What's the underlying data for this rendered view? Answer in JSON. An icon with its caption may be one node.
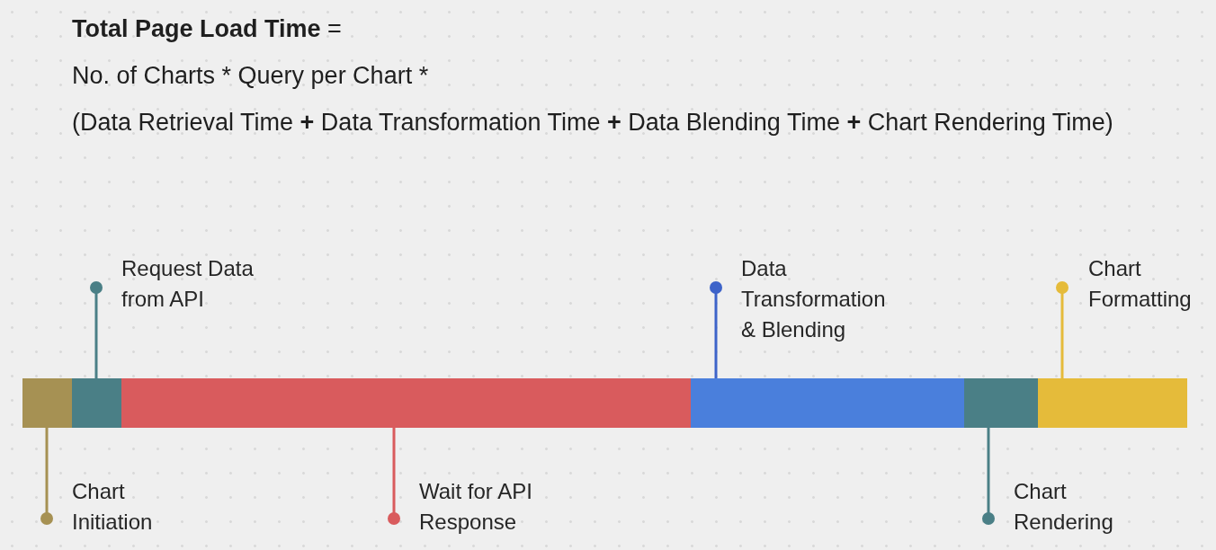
{
  "diagram": {
    "nodes": [
      {
        "text": [
          "Request Data from API"
        ]
      },
      {
        "text": [
          "Data Transformation & Blending"
        ]
      },
      {
        "text": [
          "Chart Formatting"
        ]
      },
      {
        "text": [],
        "shape": "bar"
      },
      {
        "text": [],
        "shape": "bar"
      },
      {
        "text": [],
        "shape": "bar"
      },
      {
        "text": [],
        "shape": "bar"
      },
      {
        "text": [],
        "shape": "bar"
      },
      {
        "text": [],
        "shape": "bar"
      },
      {
        "text": [
          "Chart Initiation"
        ]
      },
      {
        "text": [
          "Wait for API Response"
        ]
      },
      {
        "text": [
          "Chart Rendering"
        ]
      }
    ],
    "edges": [
      {
        "from": 0,
        "to": 4,
        "arrow": "other",
        "color": "#4a7f86"
      },
      {
        "from": 1,
        "to": 6,
        "arrow": "other",
        "color": "#3d63c9"
      },
      {
        "from": 2,
        "to": 8,
        "arrow": "other",
        "color": "#e5bb3a"
      },
      {
        "from": 9,
        "to": 3,
        "arrow": "other",
        "color": "#a69153"
      },
      {
        "from": 10,
        "to": 5,
        "arrow": "other",
        "color": "#d95b5d"
      },
      {
        "from": 11,
        "to": 7,
        "arrow": "other",
        "color": "#4a7f86"
      }
    ],
    "labels": [
      "**Total Page Load Time** =",
      "No. of Charts * Query per Chart *",
      "(Data Retrieval Time **+** Data Transformation Time **+** Data Blending Time **+** Chart Rendering Time)"
    ]
  }
}
